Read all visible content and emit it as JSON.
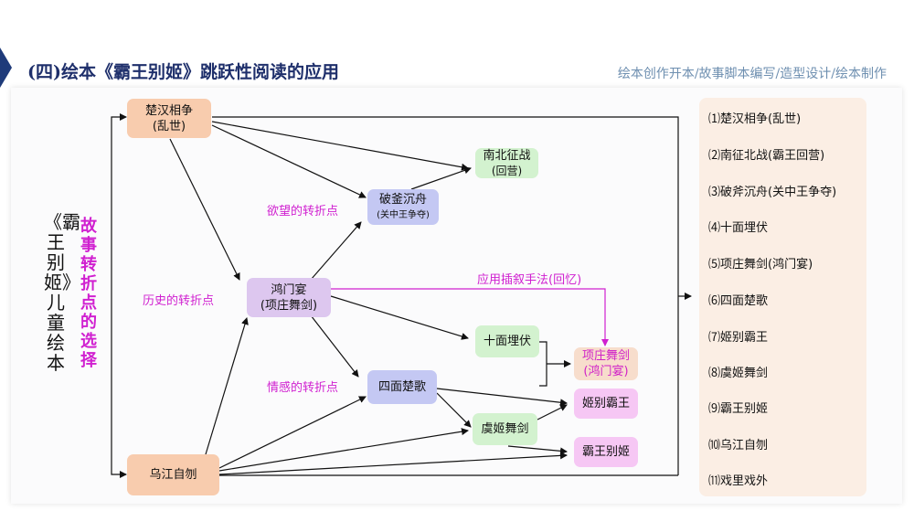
{
  "header": {
    "title": "(四)绘本《霸王别姬》跳跃性阅读的应用",
    "nav": "绘本创作开本/故事脚本编写/造型设计/绘本制作"
  },
  "left_labels": {
    "book": "《霸王别姬》儿童绘本",
    "choice": "故事转折点的选择"
  },
  "nodes": {
    "chuhan": {
      "line1": "楚汉相争",
      "line2": "(乱世)"
    },
    "nanbei": {
      "line1": "南北征战",
      "line2": "(回营)"
    },
    "pofu": {
      "line1": "破釜沉舟",
      "line2": "(关中王争夺)"
    },
    "hongmen": {
      "line1": "鸿门宴",
      "line2": "(项庄舞剑)"
    },
    "shimian": {
      "line1": "十面埋伏"
    },
    "simian": {
      "line1": "四面楚歌"
    },
    "xiangzhuang": {
      "line1": "项庄舞剑",
      "line2": "(鸿门宴)"
    },
    "jibie": {
      "line1": "姬别霸王"
    },
    "yuji": {
      "line1": "虞姬舞剑"
    },
    "bawang": {
      "line1": "霸王别姬"
    },
    "wujiang": {
      "line1": "乌江自刎"
    }
  },
  "annotations": {
    "desire": "欲望的转折点",
    "history": "历史的转折点",
    "emotion": "情感的转折点",
    "flashback": "应用插叙手法(回忆)"
  },
  "list": [
    "⑴楚汉相争(乱世)",
    "⑵南征北战(霸王回营)",
    "⑶破斧沉舟(关中王争夺)",
    "⑷十面埋伏",
    "⑸项庄舞剑(鸿门宴)",
    "⑹四面楚歌",
    "⑺姬别霸王",
    "⑻虞姬舞剑",
    "⑼霸王别姬",
    "⑽乌江自刎",
    "⑾戏里戏外"
  ],
  "colors": {
    "orange": "#f8ccae",
    "purple": "#ddc7ef",
    "blue": "#c4c8f3",
    "green": "#d3f2cf",
    "pink": "#f6c7f4",
    "magenta": "#d020d0",
    "title_blue": "#1e2f6b"
  }
}
